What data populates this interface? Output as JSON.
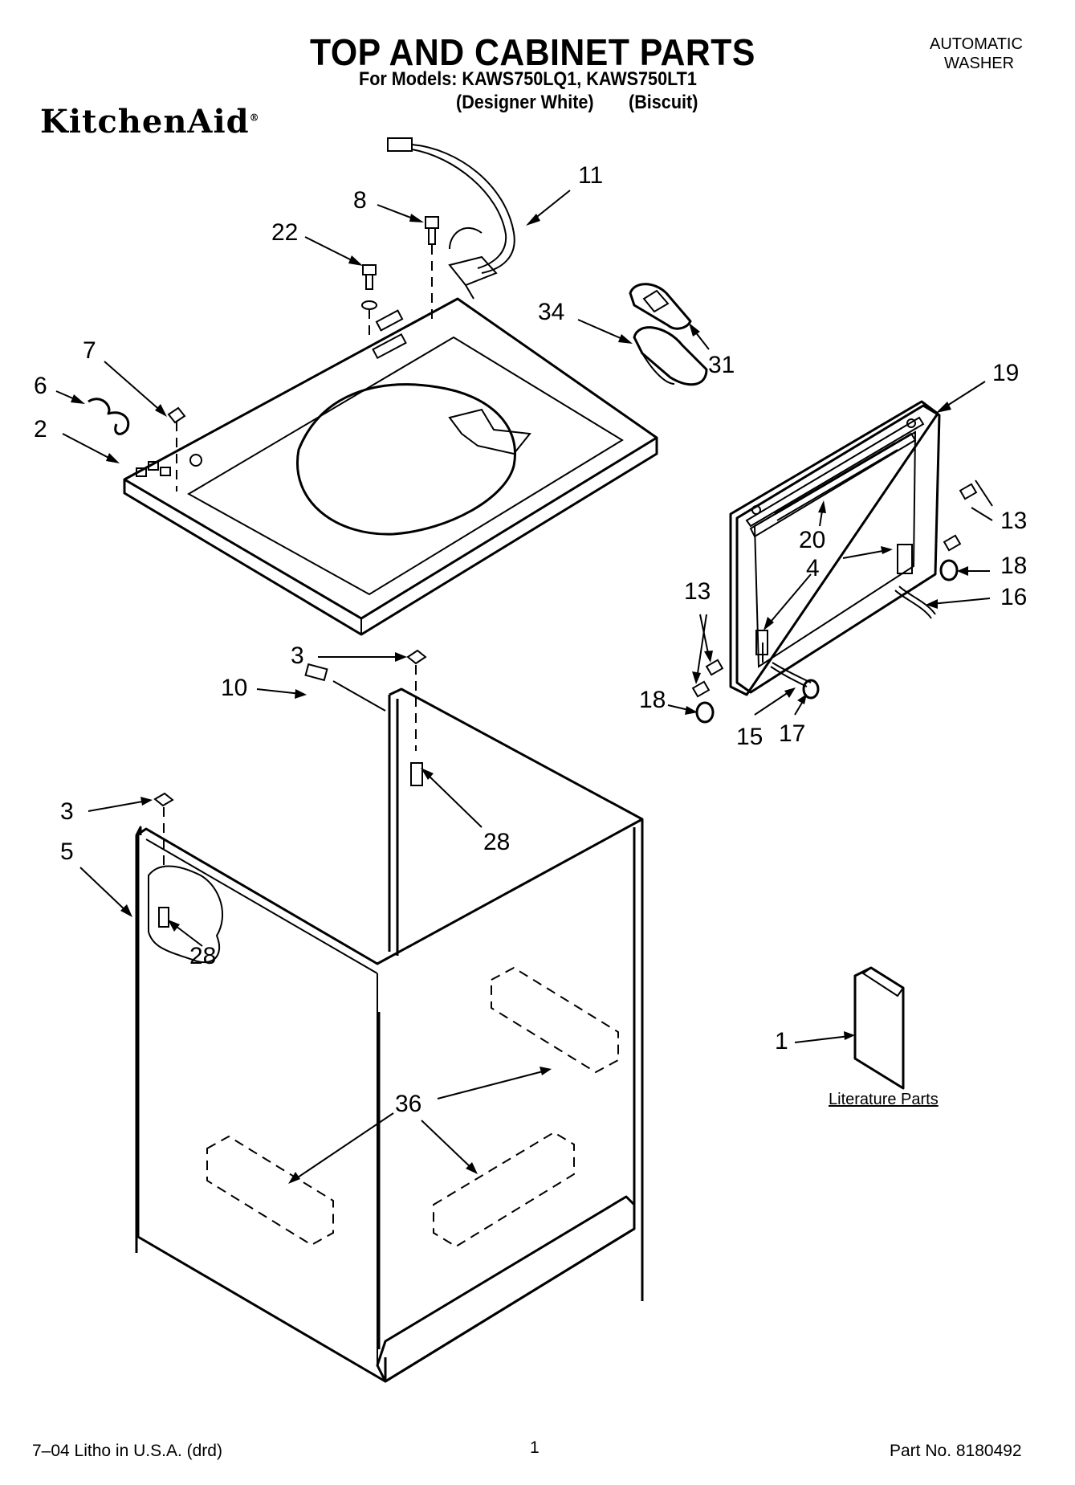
{
  "header": {
    "title": "TOP AND CABINET PARTS",
    "models_line": "For Models: KAWS750LQ1, KAWS750LT1",
    "variant_1": "(Designer White)",
    "variant_2": "(Biscuit)",
    "product_type_line1": "AUTOMATIC",
    "product_type_line2": "WASHER",
    "brand": "KitchenAid",
    "brand_mark": "®"
  },
  "callouts": {
    "c11": "11",
    "c8": "8",
    "c22": "22",
    "c34": "34",
    "c31": "31",
    "c7": "7",
    "c6": "6",
    "c2": "2",
    "c19": "19",
    "c13a": "13",
    "c20": "20",
    "c4": "4",
    "c18a": "18",
    "c16": "16",
    "c13b": "13",
    "c18b": "18",
    "c15": "15",
    "c17": "17",
    "c3a": "3",
    "c10": "10",
    "c28a": "28",
    "c3b": "3",
    "c5": "5",
    "c28b": "28",
    "c1": "1",
    "c36": "36"
  },
  "literature_label": "Literature Parts",
  "footer": {
    "left": "7–04 Litho in U.S.A. (drd)",
    "page_number": "1",
    "part_number": "Part No. 8180492"
  }
}
